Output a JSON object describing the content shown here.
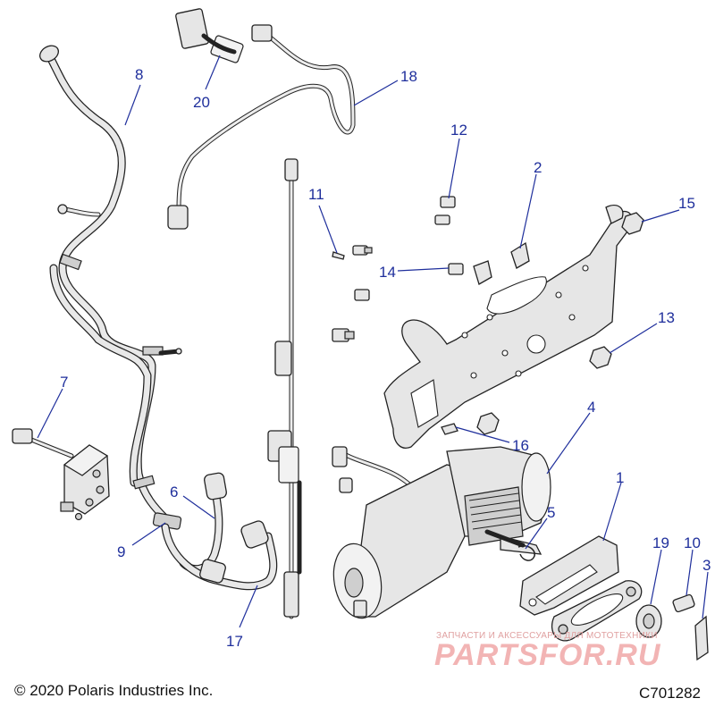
{
  "callouts": [
    {
      "id": "1",
      "label": "1"
    },
    {
      "id": "2",
      "label": "2"
    },
    {
      "id": "3",
      "label": "3"
    },
    {
      "id": "4",
      "label": "4"
    },
    {
      "id": "5",
      "label": "5"
    },
    {
      "id": "6",
      "label": "6"
    },
    {
      "id": "7",
      "label": "7"
    },
    {
      "id": "8",
      "label": "8"
    },
    {
      "id": "9",
      "label": "9"
    },
    {
      "id": "10",
      "label": "10"
    },
    {
      "id": "11",
      "label": "11"
    },
    {
      "id": "12",
      "label": "12"
    },
    {
      "id": "13",
      "label": "13"
    },
    {
      "id": "14",
      "label": "14"
    },
    {
      "id": "15",
      "label": "15"
    },
    {
      "id": "16",
      "label": "16"
    },
    {
      "id": "17",
      "label": "17"
    },
    {
      "id": "18",
      "label": "18"
    },
    {
      "id": "19",
      "label": "19"
    },
    {
      "id": "20",
      "label": "20"
    }
  ],
  "footer": {
    "copyright": "© 2020 Polaris Industries Inc.",
    "drawing_number": "C701282"
  },
  "watermark": {
    "tagline": "ЗАПЧАСТИ И АКСЕССУАРЫ ДЛЯ МОТОТЕХНИКИ",
    "logo": "PARTSFOR.RU"
  },
  "colors": {
    "callout": "#1f2f9c",
    "line": "#222222",
    "watermark": "#f0a8a8"
  }
}
